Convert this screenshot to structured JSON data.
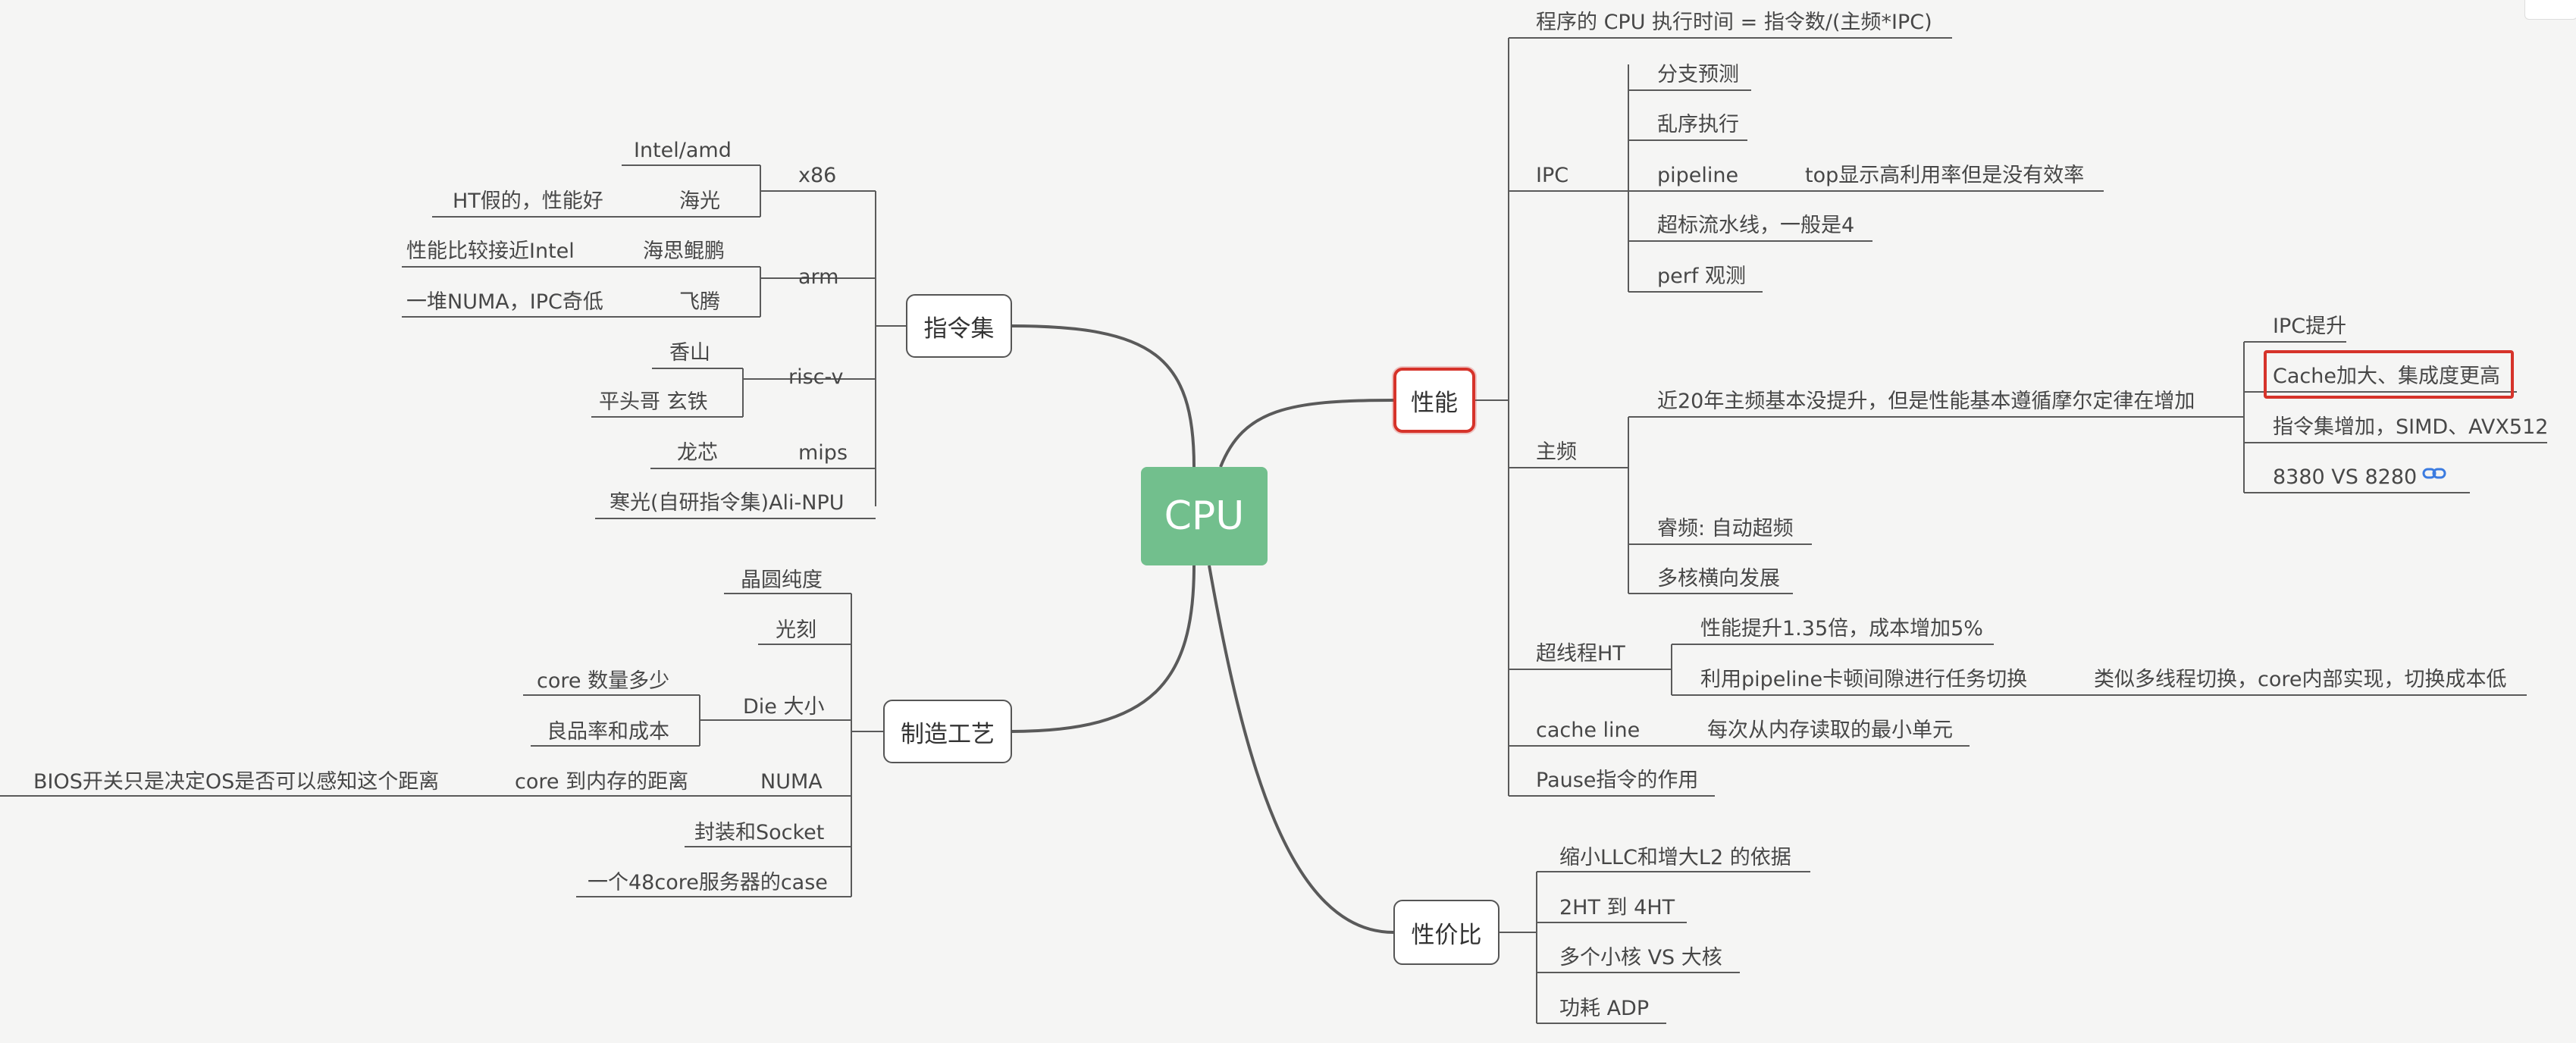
{
  "root": "CPU",
  "branches": {
    "instruction_set": "指令集",
    "process": "制造工艺",
    "performance": "性能",
    "cost_perf": "性价比"
  },
  "isa": {
    "x86": "x86",
    "intel_amd": "Intel/amd",
    "hygon": "海光",
    "hygon_note": "HT假的，性能好",
    "arm": "arm",
    "kunpeng": "海思鲲鹏",
    "kunpeng_note": "性能比较接近Intel",
    "phytium": "飞腾",
    "phytium_note": "一堆NUMA，IPC奇低",
    "riscv": "risc-v",
    "xiangshan": "香山",
    "xuantie": "平头哥 玄铁",
    "mips": "mips",
    "loongson": "龙芯",
    "hanguang": "寒光(自研指令集)Ali-NPU"
  },
  "proc": {
    "wafer": "晶圆纯度",
    "litho": "光刻",
    "die": "Die 大小",
    "core_count": "core 数量多少",
    "yield": "良品率和成本",
    "numa": "NUMA",
    "core_mem": "core 到内存的距离",
    "bios": "BIOS开关只是决定OS是否可以感知这个距离",
    "package": "封装和Socket",
    "case48": "一个48core服务器的case"
  },
  "perf": {
    "formula": "程序的 CPU 执行时间 = 指令数/(主频*IPC)",
    "ipc": "IPC",
    "branch": "分支预测",
    "ooo": "乱序执行",
    "pipeline": "pipeline",
    "pipeline_note": "top显示高利用率但是没有效率",
    "superscalar": "超标流水线，一般是4",
    "perf_obs": "perf 观测",
    "freq": "主频",
    "freq_note": "近20年主频基本没提升，但是性能基本遵循摩尔定律在增加",
    "ipc_up": "IPC提升",
    "cache_up": "Cache加大、集成度更高",
    "isa_up": "指令集增加，SIMD、AVX512",
    "vs": "8380 VS 8280",
    "turbo": "睿频: 自动超频",
    "multicore": "多核横向发展",
    "ht": "超线程HT",
    "ht_gain": "性能提升1.35倍，成本增加5%",
    "ht_stall": "利用pipeline卡顿间隙进行任务切换",
    "ht_note": "类似多线程切换，core内部实现，切换成本低",
    "cacheline": "cache line",
    "cacheline_note": "每次从内存读取的最小单元",
    "pause": "Pause指令的作用"
  },
  "cost": {
    "llc": "缩小LLC和增大L2 的依据",
    "ht4": "2HT 到 4HT",
    "cores": "多个小核 VS 大核",
    "power": "功耗 ADP"
  },
  "colors": {
    "root": "#72bf8d",
    "highlight": "#d6332a",
    "line": "#555555",
    "link_icon": "#3b7be0"
  }
}
